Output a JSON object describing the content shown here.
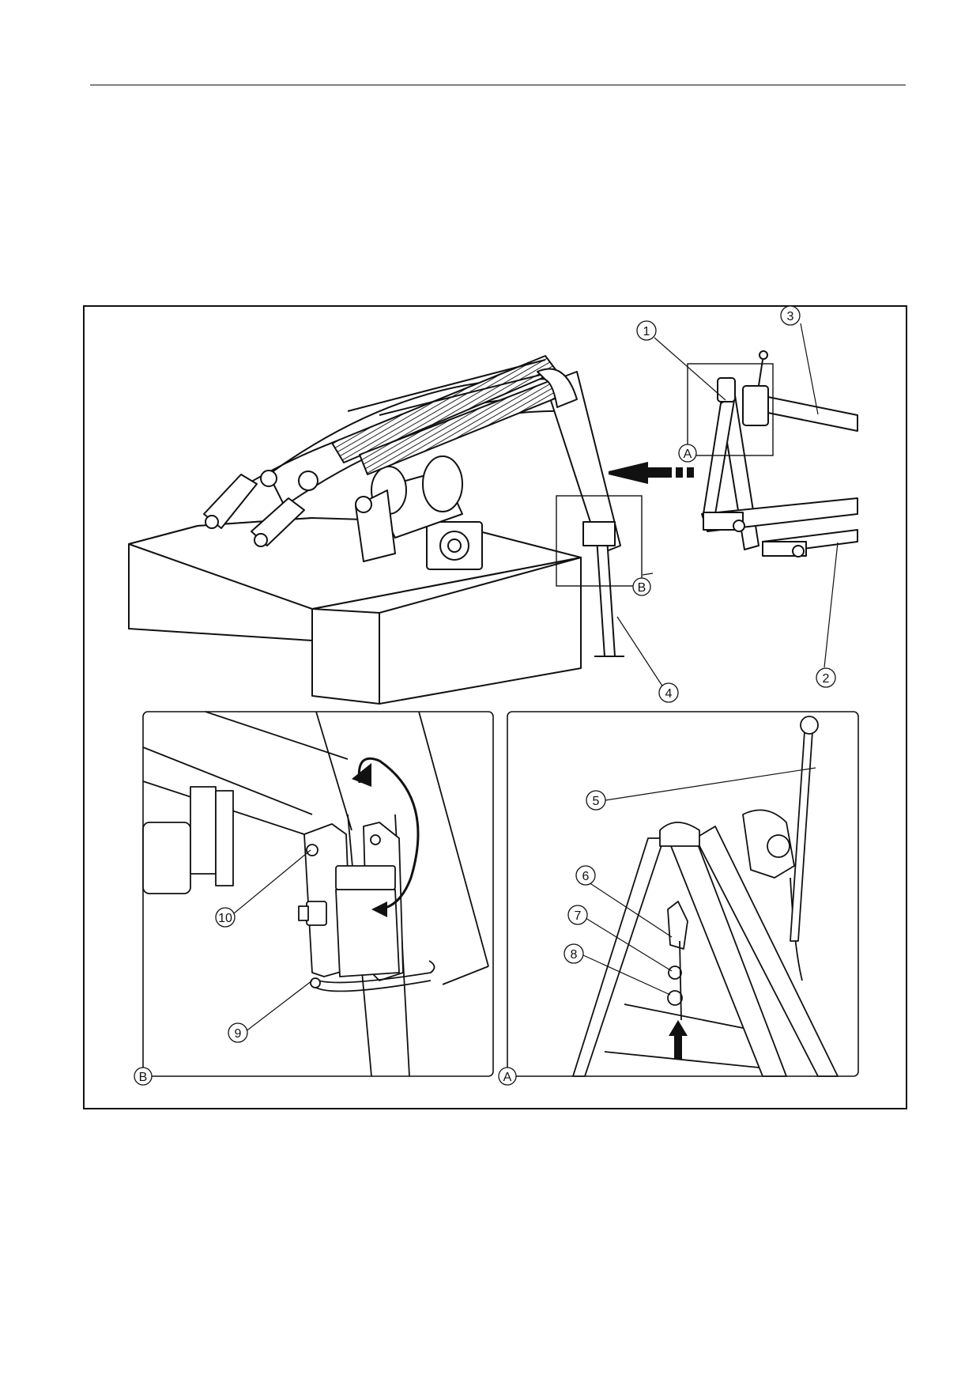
{
  "callouts": {
    "c1": "1",
    "c2": "2",
    "c3": "3",
    "c4": "4",
    "c5": "5",
    "c6": "6",
    "c7": "7",
    "c8": "8",
    "c9": "9",
    "c10": "10"
  },
  "details": {
    "a_label": "A",
    "b_label": "B",
    "a_panel_label": "A",
    "b_panel_label": "B"
  }
}
